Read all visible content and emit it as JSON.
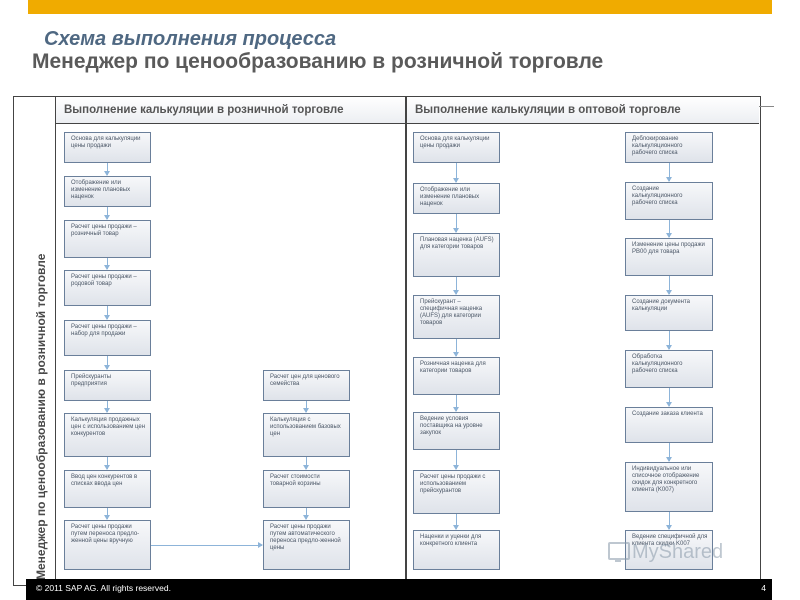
{
  "header": {
    "title": "Схема выполнения процесса",
    "subtitle": "Менеджер по ценообразованию в розничной торговле"
  },
  "lane": {
    "label": "Менеджер по ценообразованию в розничной торговле"
  },
  "columns": {
    "retail": "Выполнение калькуляции в розничной торговле",
    "wholesale": "Выполнение калькуляции в оптовой торговле"
  },
  "retail_left": [
    "Основа для калькуляции цены продажи",
    "Отображение или изменение плановых наценок",
    "Расчет цены продажи – розничный товар",
    "Расчет цены продажи – родовой товар",
    "Расчет цены продажи – набор для продажи",
    "Прейскуранты предприятия",
    "Калькуляция продажных цен с использованием цен конкурентов",
    "Ввод цен конкурентов в списках ввода цен",
    "Расчет цены продажи путем переноса предло-женной цены вручную"
  ],
  "retail_right": [
    "Расчет цен для ценового семейства",
    "Калькуляция с использованием базовых цен",
    "Расчет стоимости товарной корзины",
    "Расчет цены продажи путем автоматического переноса предло-женной цены"
  ],
  "wholesale_left": [
    "Основа для калькуляции цены продажи",
    "Отображение или изменение плановых наценок",
    "Плановая наценка (AUFS) для категории товаров",
    "Прейскурант – специфичная наценка (AUFS) для категории товаров",
    "Розничная наценка для категории товаров",
    "Ведение условия поставщика на уровне закупок",
    "Расчет цены продажи с использованием прейскурантов",
    "Наценки и уценки для конкретного клиента"
  ],
  "wholesale_right": [
    "Деблокирование калькуляционного рабочего списка",
    "Создание калькуляционного рабочего списка",
    "Изменение цены продажи PB00 для товара",
    "Создание документа калькуляции",
    "Обработка калькуляционного рабочего списка",
    "Создание заказа клиента",
    "Индивидуальное или списочное отображение скидок для конкретного клиента (K007)",
    "Ведение специфичной для клиента скидки K007"
  ],
  "footer": {
    "copyright": "© 2011 SAP AG. All rights reserved.",
    "page": "4"
  },
  "watermark": {
    "text": "MyShared"
  },
  "colors": {
    "topbar": "#f0ab00",
    "connector": "#8db4d9",
    "box_border": "#6a7f9a"
  }
}
